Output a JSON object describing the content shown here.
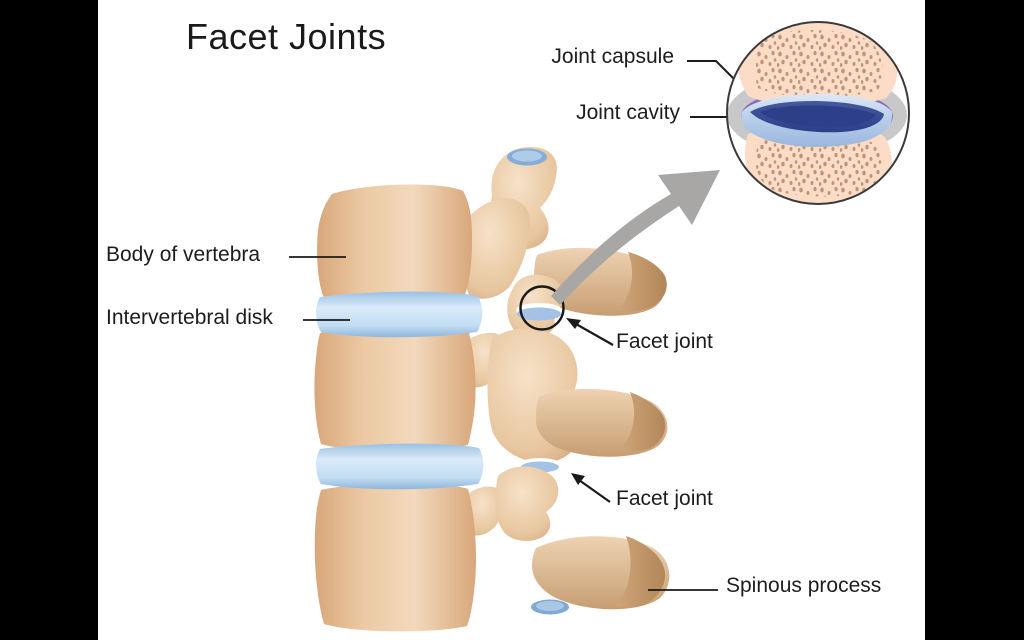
{
  "title": "Facet Joints",
  "labels": {
    "joint_capsule": "Joint capsule",
    "joint_cavity": "Joint cavity",
    "body_of_vertebra": "Body of vertebra",
    "intervertebral_disk": "Intervertebral disk",
    "facet_joint_upper": "Facet joint",
    "facet_joint_lower": "Facet joint",
    "spinous_process": "Spinous process"
  },
  "colors": {
    "letterbox": "#000000",
    "canvas": "#ffffff",
    "text": "#1d1d1b",
    "bone_light": "#f2d9bd",
    "bone_mid": "#ecc9a3",
    "bone_dark": "#d8a77a",
    "process_tan": "#cfa377",
    "process_tip": "#b98e61",
    "disk_blue": "#9bc0e4",
    "disk_highlight": "#d9ebf9",
    "facet_blue": "#a3c2e5",
    "inset_bone": "#fcdcc6",
    "stipple_dot": "#bd9578",
    "capsule_gray": "#c8c7ca",
    "capsule_purple": "#8d6cb4",
    "cartilage_blue": "#b6cce9",
    "cavity_navy": "#3b51a5",
    "cavity_deep": "#2e3f8a",
    "arrow_gray": "#a9a7a5",
    "annotation_black": "#1a1a1a"
  }
}
